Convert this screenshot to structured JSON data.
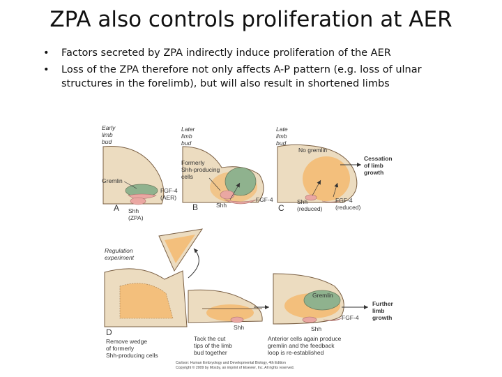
{
  "slide": {
    "title": "ZPA also controls proliferation at AER",
    "bullets": [
      "Factors secreted by ZPA indirectly induce proliferation of the AER",
      "Loss of the ZPA therefore not only affects A-P pattern (e.g. loss of ulnar structures in the forelimb), but will also result in shortened limbs"
    ],
    "bullet_glyph": "•"
  },
  "figure": {
    "panel_a": {
      "letter": "A",
      "stage_1": "Early",
      "stage_2": "limb",
      "stage_3": "bud",
      "gremlin": "Gremlin",
      "fgf_1": "FGF-4",
      "fgf_2": "(AER)",
      "shh_1": "Shh",
      "shh_2": "(ZPA)"
    },
    "panel_b": {
      "letter": "B",
      "stage_1": "Later",
      "stage_2": "limb",
      "stage_3": "bud",
      "former_1": "Formerly",
      "former_2": "Shh-producing",
      "former_3": "cells",
      "shh": "Shh",
      "fgf": "FGF-4"
    },
    "panel_c": {
      "letter": "C",
      "stage_1": "Late",
      "stage_2": "limb",
      "stage_3": "bud",
      "no_gremlin": "No gremlin",
      "shh_1": "Shh",
      "shh_2": "(reduced)",
      "fgf_1": "FGF-4",
      "fgf_2": "(reduced)",
      "cessation_1": "Cessation",
      "cessation_2": "of limb",
      "cessation_3": "growth"
    },
    "panel_d": {
      "letter": "D",
      "reg_1": "Regulation",
      "reg_2": "experiment",
      "remove_1": "Remove wedge",
      "remove_2": "of formerly",
      "remove_3": "Shh-producing cells",
      "tack_1": "Tack the cut",
      "tack_2": "tips of the limb",
      "tack_3": "bud together",
      "anterior_1": "Anterior cells again produce",
      "anterior_2": "gremlin and the feedback",
      "anterior_3": "loop is re-established",
      "shh_mid": "Shh",
      "shh_right": "Shh",
      "gremlin": "Gremlin",
      "fgf": "FGF-4",
      "further_1": "Further",
      "further_2": "limb",
      "further_3": "growth"
    },
    "credit_1": "Carlson: Human Embryology and Developmental Biology, 4th Edition",
    "credit_2": "Copyright © 2009 by Mosby, an imprint of Elsevier, Inc. All rights reserved.",
    "colors": {
      "limb_bud": "#ecdcc0",
      "mesoderm": "#f3bf7c",
      "gremlin": "#8fb28e",
      "shh_fgf": "#eaa7a2",
      "outline": "#7a5f43"
    }
  }
}
